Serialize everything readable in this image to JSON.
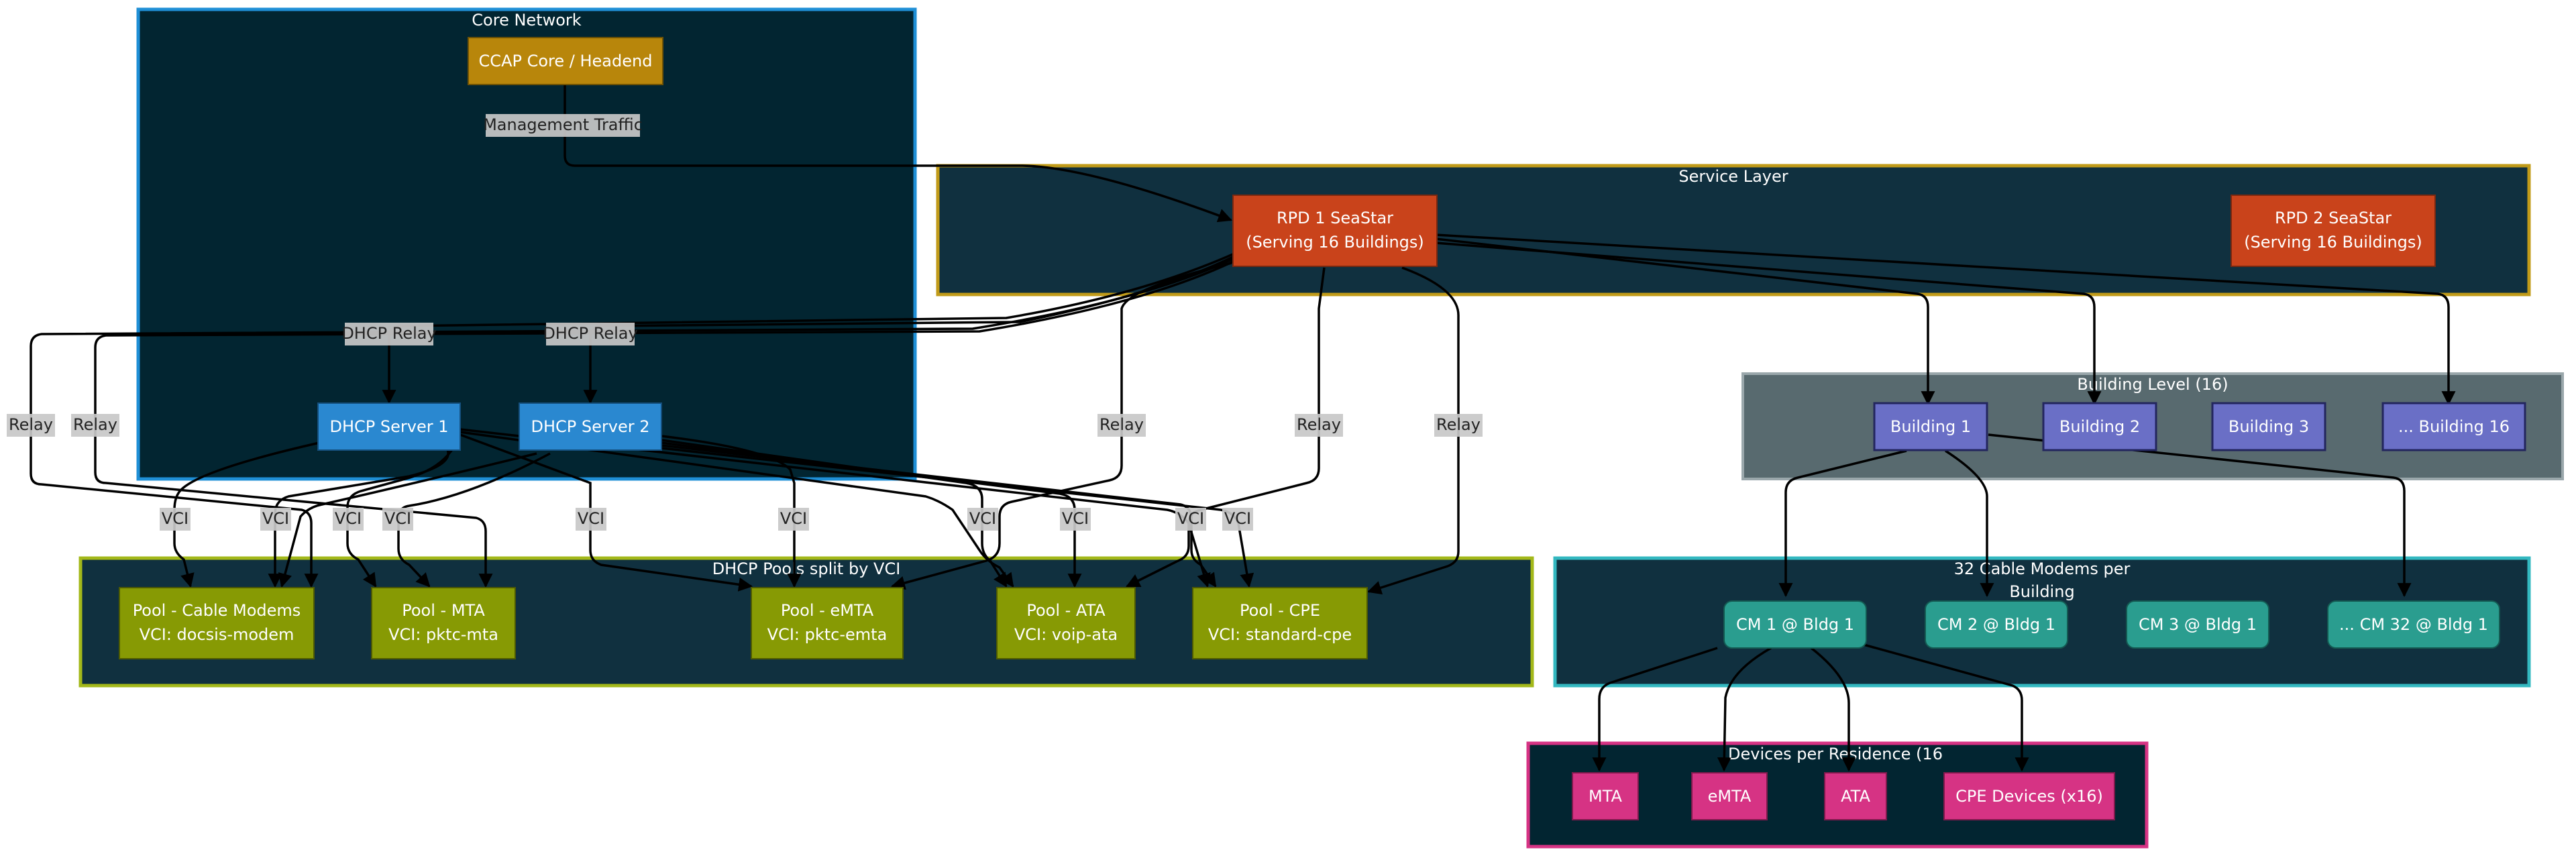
{
  "groups": {
    "core": {
      "title": "Core Network",
      "fill": "#022531",
      "stroke": "#1f8fd6"
    },
    "service": {
      "title": "Service Layer",
      "fill": "#10303f",
      "stroke": "#c19b19"
    },
    "building": {
      "title": "Building Level (16)",
      "fill": "#586a6f",
      "stroke": "#9aa7ab"
    },
    "pools": {
      "title": "DHCP Pools split by VCI",
      "fill": "#10303f",
      "stroke": "#a3b81a"
    },
    "modems": {
      "title_line1": "32 Cable Modems per",
      "title_line2": "Building",
      "fill": "#10303f",
      "stroke": "#33b8c0"
    },
    "devices": {
      "title": "Devices per Residence (16",
      "fill": "#022531",
      "stroke": "#d63384"
    }
  },
  "nodes": {
    "ccap": {
      "label": "CCAP Core / Headend",
      "fill": "#b8860b"
    },
    "rpd1": {
      "line1": "RPD 1 SeaStar",
      "line2": "(Serving 16 Buildings)",
      "fill": "#c9431b"
    },
    "rpd2": {
      "line1": "RPD 2 SeaStar",
      "line2": "(Serving 16 Buildings)",
      "fill": "#c9431b"
    },
    "dhcp1": {
      "label": "DHCP Server 1",
      "fill": "#2a88d0"
    },
    "dhcp2": {
      "label": "DHCP Server 2",
      "fill": "#2a88d0"
    },
    "b1": {
      "label": "Building 1",
      "fill": "#6a6fc6"
    },
    "b2": {
      "label": "Building 2",
      "fill": "#6a6fc6"
    },
    "b3": {
      "label": "Building 3",
      "fill": "#6a6fc6"
    },
    "b16": {
      "label": "... Building 16",
      "fill": "#6a6fc6"
    },
    "pool_cm": {
      "line1": "Pool - Cable Modems",
      "line2": "VCI: docsis-modem",
      "fill": "#879a04"
    },
    "pool_mta": {
      "line1": "Pool - MTA",
      "line2": "VCI: pktc-mta",
      "fill": "#879a04"
    },
    "pool_emta": {
      "line1": "Pool - eMTA",
      "line2": "VCI: pktc-emta",
      "fill": "#879a04"
    },
    "pool_ata": {
      "line1": "Pool - ATA",
      "line2": "VCI: voip-ata",
      "fill": "#879a04"
    },
    "pool_cpe": {
      "line1": "Pool - CPE",
      "line2": "VCI: standard-cpe",
      "fill": "#879a04"
    },
    "cm1": {
      "label": "CM 1 @ Bldg 1",
      "fill": "#2a9d8f"
    },
    "cm2": {
      "label": "CM 2 @ Bldg 1",
      "fill": "#2a9d8f"
    },
    "cm3": {
      "label": "CM 3 @ Bldg 1",
      "fill": "#2a9d8f"
    },
    "cm32": {
      "label": "... CM 32 @ Bldg 1",
      "fill": "#2a9d8f"
    },
    "mta": {
      "label": "MTA",
      "fill": "#d63384"
    },
    "emta": {
      "label": "eMTA",
      "fill": "#d63384"
    },
    "ata": {
      "label": "ATA",
      "fill": "#d63384"
    },
    "cpe": {
      "label": "CPE Devices (x16)",
      "fill": "#d63384"
    }
  },
  "edge_labels": {
    "mgmt": "Management Traffic",
    "dhcp_relay": "DHCP Relay",
    "relay": "Relay",
    "vci": "VCI"
  }
}
